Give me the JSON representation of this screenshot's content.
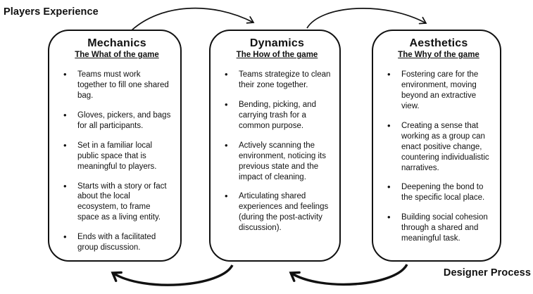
{
  "labels": {
    "players_experience": "Players Experience",
    "designer_process": "Designer Process"
  },
  "colors": {
    "ink": "#111111",
    "background": "#ffffff"
  },
  "boxes": [
    {
      "id": "mechanics",
      "title": "Mechanics",
      "subtitle": "The What of the game",
      "bullets": [
        "Teams must work together to fill one shared bag.",
        "Gloves, pickers, and bags for all participants.",
        "Set in a familiar local public space that is meaningful to players.",
        "Starts with a story or fact about the local ecosystem, to frame space as a living entity.",
        "Ends with a facilitated group discussion."
      ]
    },
    {
      "id": "dynamics",
      "title": "Dynamics",
      "subtitle": "The How of the game",
      "bullets": [
        "Teams strategize to clean their zone together.",
        "Bending, picking, and carrying trash for a common purpose.",
        "Actively scanning the environment, noticing its previous state and the impact of cleaning.",
        "Articulating shared experiences and feelings (during the post-activity discussion)."
      ]
    },
    {
      "id": "aesthetics",
      "title": "Aesthetics",
      "subtitle": "The Why of the game",
      "bullets": [
        "Fostering care for the environment, moving beyond an extractive view.",
        "Creating a sense that working as a group can enact positive change, countering individualistic narratives.",
        "Deepening the bond to the specific local place.",
        "Building social cohesion through a shared and meaningful task."
      ]
    }
  ],
  "arrows": {
    "top_flow": [
      "mechanics-to-dynamics",
      "dynamics-to-aesthetics"
    ],
    "bottom_flow": [
      "dynamics-to-mechanics",
      "aesthetics-to-dynamics"
    ]
  }
}
